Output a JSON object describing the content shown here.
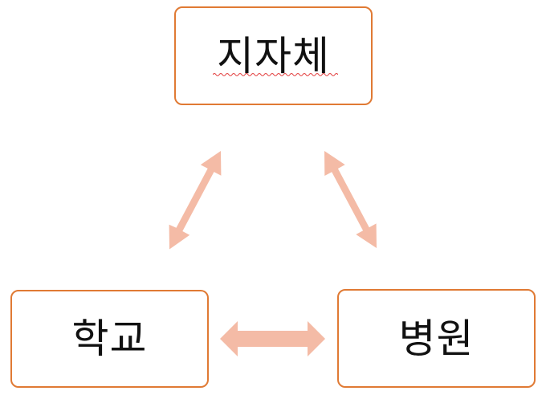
{
  "diagram": {
    "nodes": [
      {
        "id": "top",
        "label": "지자체"
      },
      {
        "id": "left",
        "label": "학교"
      },
      {
        "id": "right",
        "label": "병원"
      }
    ],
    "edges": [
      {
        "from": "top",
        "to": "left",
        "direction": "bidirectional"
      },
      {
        "from": "top",
        "to": "right",
        "direction": "bidirectional"
      },
      {
        "from": "left",
        "to": "right",
        "direction": "bidirectional"
      }
    ]
  },
  "colors": {
    "box_border": "#e07a34",
    "arrow_fill": "#f4bba6",
    "spellcheck_underline": "#e23b3b"
  },
  "icons": {
    "arrow": "double-headed-arrow-icon"
  }
}
